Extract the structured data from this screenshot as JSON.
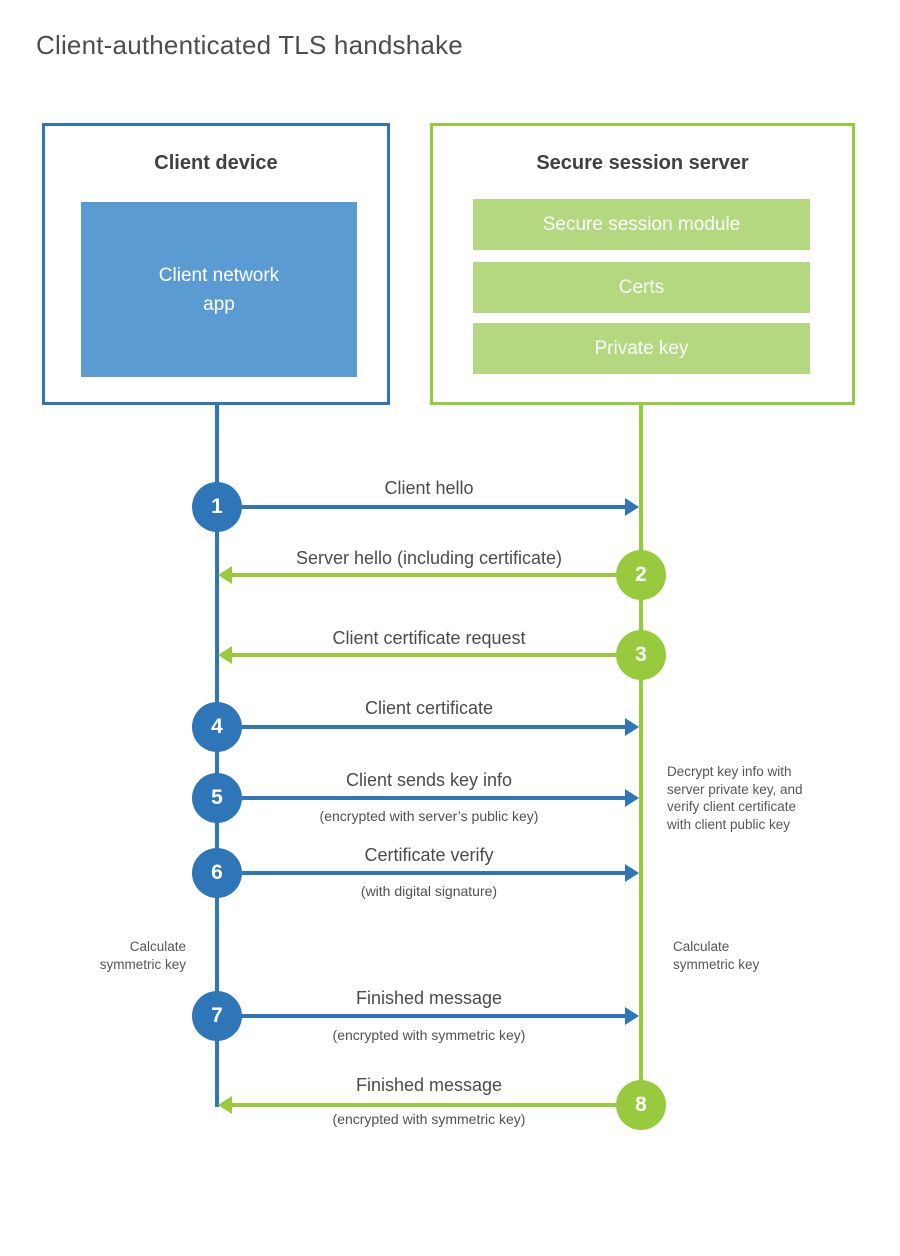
{
  "title": "Client-authenticated TLS handshake",
  "client": {
    "title": "Client device",
    "app_label": "Client network\napp"
  },
  "server": {
    "title": "Secure session server",
    "modules": [
      "Secure session module",
      "Certs",
      "Private key"
    ]
  },
  "steps": [
    {
      "num": "1",
      "from": "client",
      "direction": "right",
      "label": "Client hello",
      "sublabel": ""
    },
    {
      "num": "2",
      "from": "server",
      "direction": "left",
      "label": "Server hello (including certificate)",
      "sublabel": ""
    },
    {
      "num": "3",
      "from": "server",
      "direction": "left",
      "label": "Client certificate request",
      "sublabel": ""
    },
    {
      "num": "4",
      "from": "client",
      "direction": "right",
      "label": "Client certificate",
      "sublabel": ""
    },
    {
      "num": "5",
      "from": "client",
      "direction": "right",
      "label": "Client sends key info",
      "sublabel": "(encrypted with server’s public key)"
    },
    {
      "num": "6",
      "from": "client",
      "direction": "right",
      "label": "Certificate verify",
      "sublabel": "(with digital signature)"
    },
    {
      "num": "7",
      "from": "client",
      "direction": "right",
      "label": "Finished message",
      "sublabel": "(encrypted with symmetric key)"
    },
    {
      "num": "8",
      "from": "server",
      "direction": "left",
      "label": "Finished message",
      "sublabel": "(encrypted with symmetric key)"
    }
  ],
  "annotations": {
    "server_note": "Decrypt key info with\nserver private key, and\nverify client certificate\nwith client public key",
    "client_calc": "Calculate\nsymmetric key",
    "server_calc": "Calculate\nsymmetric key"
  },
  "colors": {
    "blue": "#2e76b8",
    "blue_light": "#5b9bd3",
    "green": "#97ca3d",
    "green_light": "#b3d87f",
    "text": "#4a4b4d"
  }
}
